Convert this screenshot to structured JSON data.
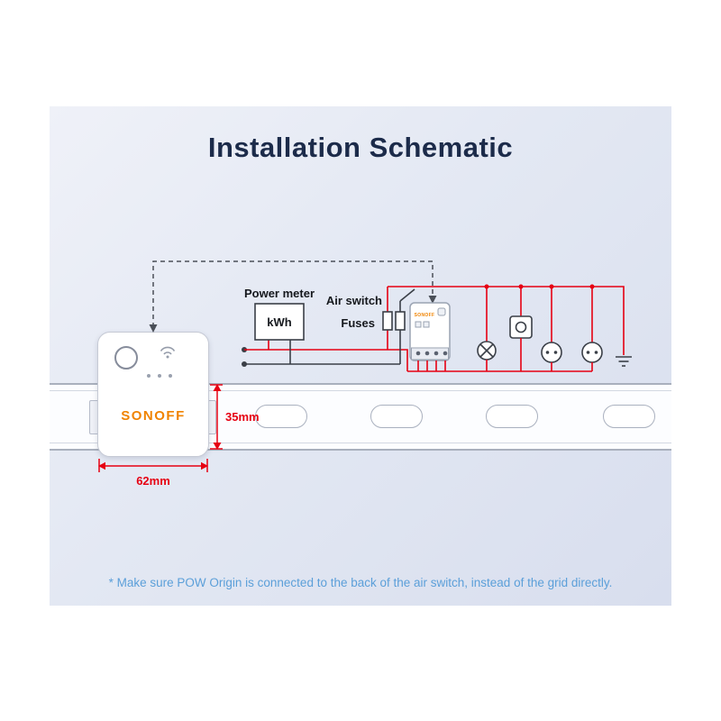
{
  "title": "Installation Schematic",
  "schematic": {
    "power_meter_label": "Power meter",
    "power_meter_unit": "kWh",
    "air_switch_label": "Air switch",
    "fuses_label": "Fuses",
    "mini_device_brand": "SONOFF"
  },
  "device_front": {
    "brand": "SONOFF"
  },
  "dimensions": {
    "rail_height": "35mm",
    "device_width": "62mm"
  },
  "note": "* Make sure POW Origin is connected to the back of the air switch, instead of the grid directly.",
  "colors": {
    "accent_red": "#e60012",
    "brand_orange": "#f08300",
    "note_blue": "#5b9fd9",
    "title_navy": "#1c2b4a",
    "line_dark": "#3a3f47"
  }
}
